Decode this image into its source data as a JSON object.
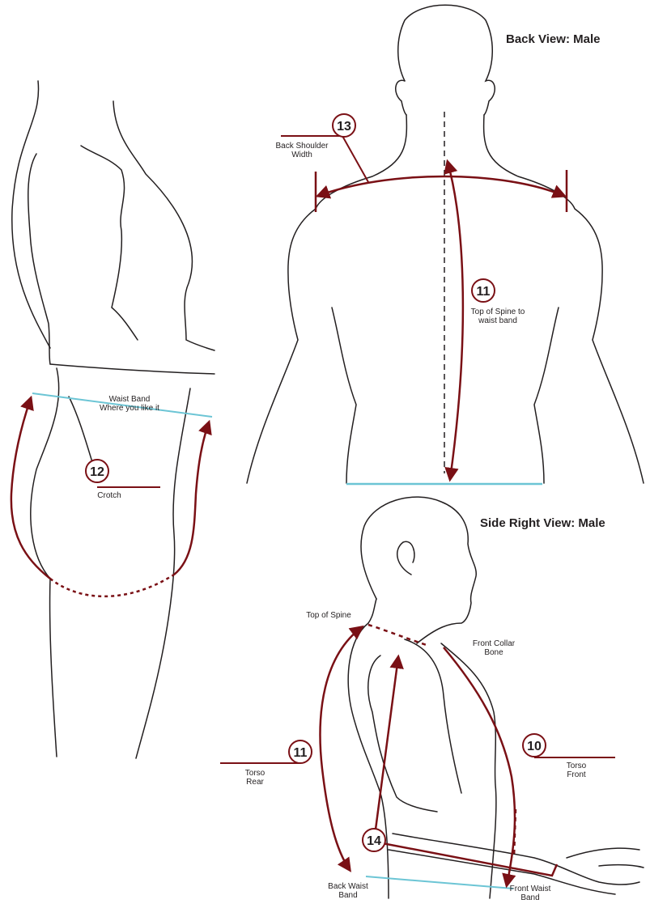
{
  "titles": {
    "back_view": "Back View: Male",
    "side_view": "Side Right View: Male"
  },
  "callouts": {
    "n10": "10",
    "n11_back": "11",
    "n11_side": "11",
    "n12": "12",
    "n13": "13",
    "n14": "14"
  },
  "labels": {
    "waist_band_line1": "Waist Band",
    "waist_band_line2": "Where you like it",
    "crotch": "Crotch",
    "back_shoulder_line1": "Back Shoulder",
    "back_shoulder_line2": "Width",
    "top_spine_waist_line1": "Top of Spine to",
    "top_spine_waist_line2": "waist band",
    "top_of_spine": "Top of Spine",
    "front_collar_line1": "Front Collar",
    "front_collar_line2": "Bone",
    "torso_rear_line1": "Torso",
    "torso_rear_line2": "Rear",
    "torso_front_line1": "Torso",
    "torso_front_line2": "Front",
    "back_waist_line1": "Back Waist",
    "back_waist_line2": "Band",
    "front_waist_line1": "Front Waist",
    "front_waist_line2": "Band"
  },
  "colors": {
    "measure": "#7a1015",
    "waistband": "#6cc5d5",
    "outline": "#231f20"
  }
}
